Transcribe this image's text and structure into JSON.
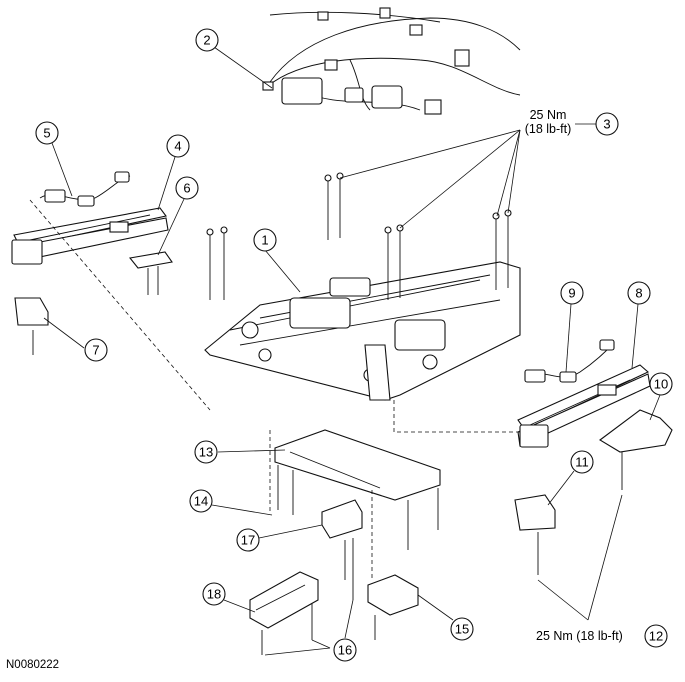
{
  "figure_id": "N0080222",
  "torque_spec_3": {
    "line1": "25 Nm",
    "line2": "(18 lb-ft)"
  },
  "torque_spec_12": "25 Nm (18 lb-ft)",
  "callouts": [
    "1",
    "2",
    "3",
    "4",
    "5",
    "6",
    "7",
    "8",
    "9",
    "10",
    "11",
    "12",
    "13",
    "14",
    "15",
    "16",
    "17"
  ],
  "callout_18": "18"
}
